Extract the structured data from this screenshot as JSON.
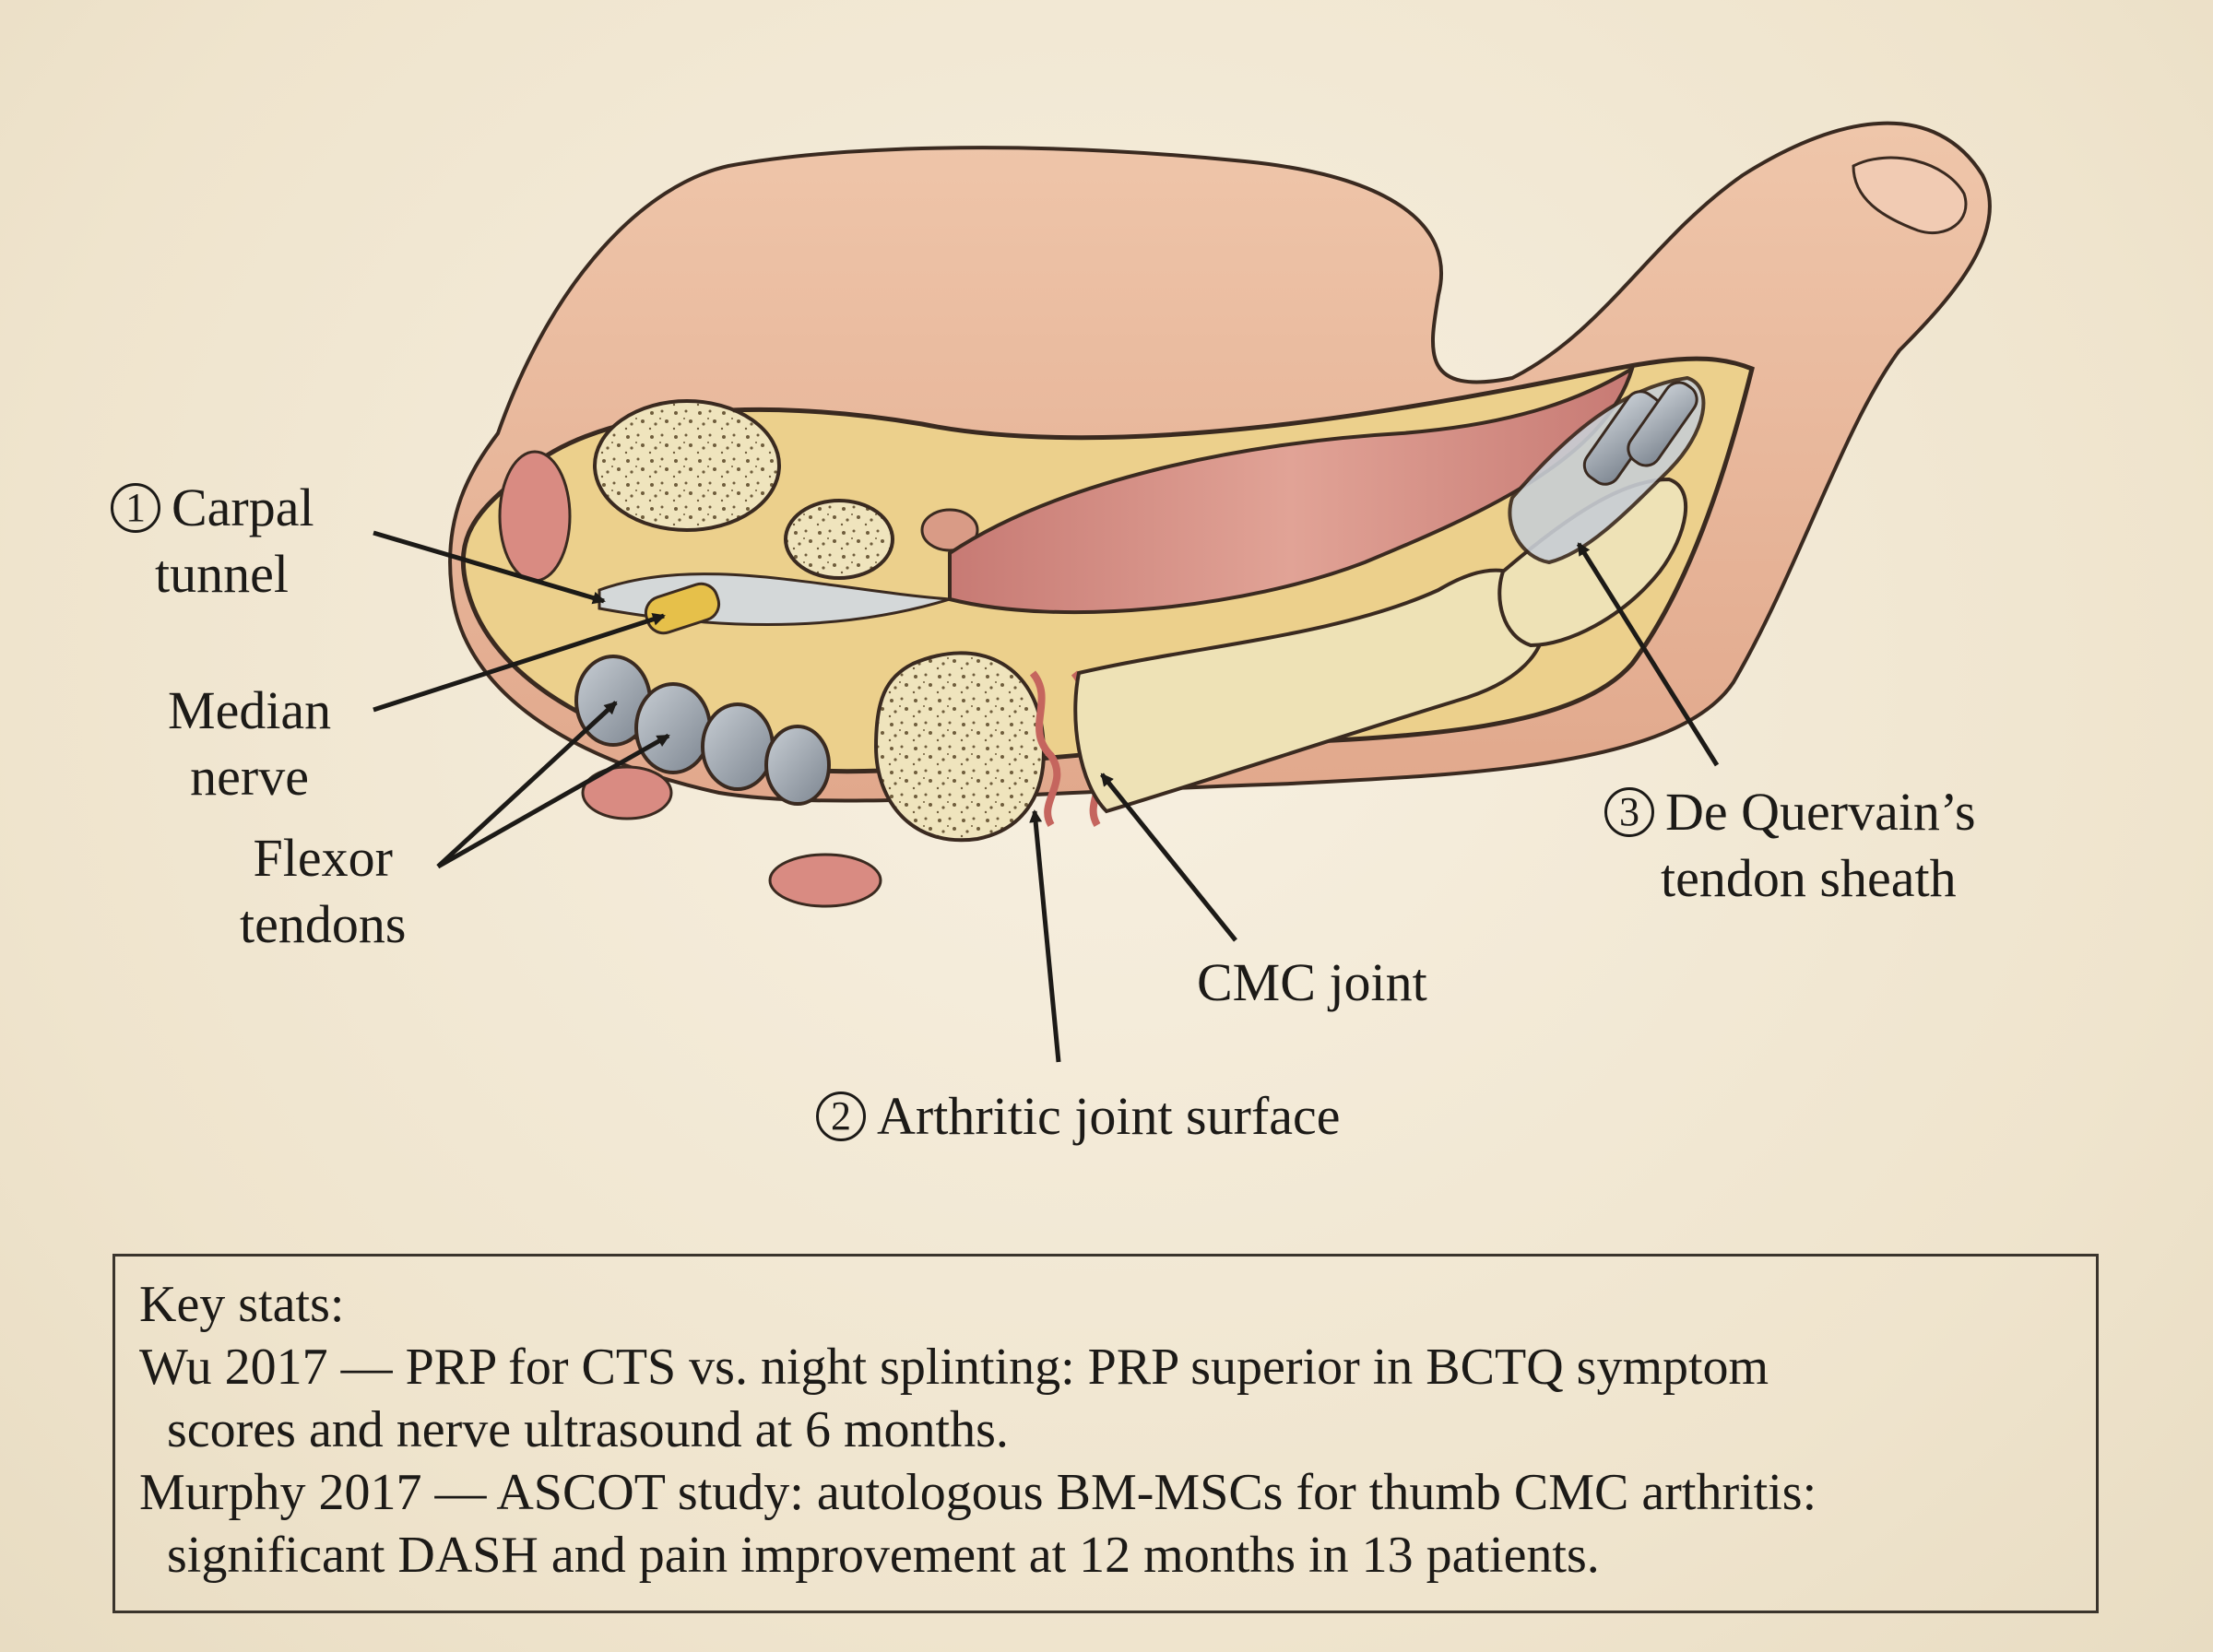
{
  "labels": {
    "carpal_tunnel": {
      "number": "1",
      "line1": "Carpal",
      "line2": "tunnel"
    },
    "median_nerve": {
      "line1": "Median",
      "line2": "nerve"
    },
    "flexor_tendons": {
      "line1": "Flexor",
      "line2": "tendons"
    },
    "cmc_joint": "CMC joint",
    "arthritic": {
      "number": "2",
      "text": "Arthritic joint surface"
    },
    "de_quervain": {
      "number": "3",
      "line1": "De Quervain’s",
      "line2": "tendon sheath"
    }
  },
  "stats": {
    "heading": "Key stats:",
    "wu_line1": "Wu 2017 — PRP for CTS vs. night splinting: PRP superior in BCTQ symptom",
    "wu_line2": "scores and nerve ultrasound at 6 months.",
    "murphy_line1": "Murphy 2017 — ASCOT study: autologous BM-MSCs for thumb CMC arthritis:",
    "murphy_line2": "significant DASH and pain improvement at 12 months in 13 patients."
  },
  "colors": {
    "background": "#f3ead8",
    "skin": "#e9b99c",
    "fat": "#ecd08c",
    "muscle": "#d98b82",
    "bone": "#eee2b6",
    "tendon": "#9aa3ad",
    "nerve": "#e6c04a",
    "ink": "#1c1a17"
  }
}
